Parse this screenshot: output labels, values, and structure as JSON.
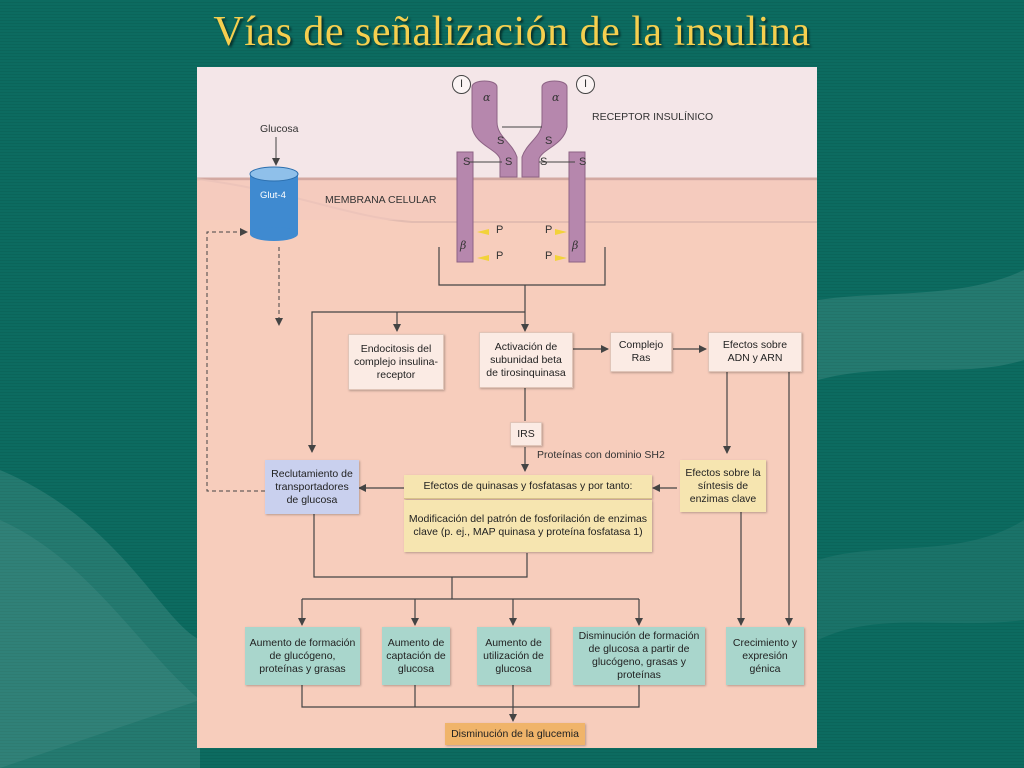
{
  "slide": {
    "title": "Vías de señalización de la insulina"
  },
  "diagram": {
    "labels": {
      "glucose": "Glucosa",
      "glut4": "Glut-4",
      "membrane": "MEMBRANA CELULAR",
      "receptor": "RECEPTOR INSULÍNICO",
      "alpha": "α",
      "beta": "β",
      "s": "S",
      "p": "P",
      "insulin_marker": "I",
      "sh2": "Proteínas con dominio SH2"
    },
    "boxes": {
      "endocytosis": "Endocitosis del complejo insulina-receptor",
      "activation": "Activación de subunidad beta de tirosinquinasa",
      "ras": "Complejo Ras",
      "dna": "Efectos sobre ADN y ARN",
      "irs": "IRS",
      "recruitment": "Reclutamiento de transportadores de glucosa",
      "kinase_header": "Efectos de quinasas y fosfatasas y por tanto:",
      "kinase_body": "Modificación del patrón de fosforilación de enzimas clave (p. ej., MAP quinasa y proteína fosfatasa 1)",
      "synthesis": "Efectos sobre la síntesis de enzimas clave",
      "glycogen": "Aumento de formación de glucógeno, proteínas y grasas",
      "uptake": "Aumento de captación de glucosa",
      "utilization": "Aumento de utilización de glucosa",
      "decrease_formation": "Disminución de formación de glucosa a partir de glucógeno, grasas y proteínas",
      "growth": "Crecimiento y expresión génica",
      "glycemia": "Disminución de la glucemia"
    }
  },
  "colors": {
    "background": "#0c6b60",
    "title": "#f5cf4f",
    "cytoplasm": "#f7cdbc",
    "extracellular": "#f4e6e8",
    "receptor": "#b687ad",
    "glut4": "#3f8ad0"
  }
}
